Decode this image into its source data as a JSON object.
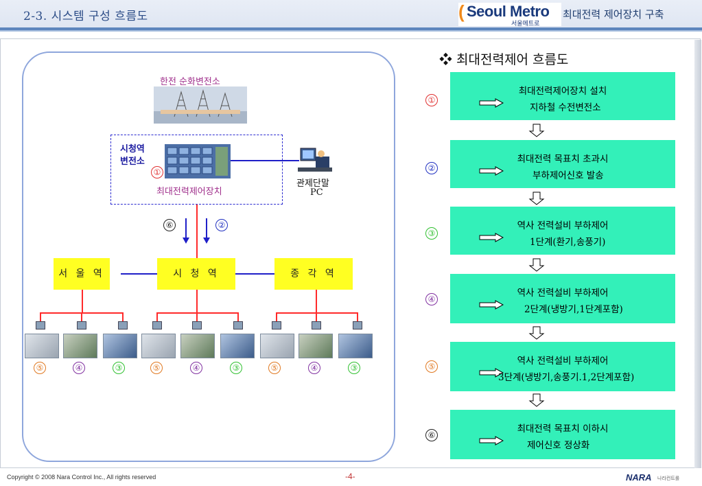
{
  "header": {
    "page_title": "2-3. 시스템 구성 흐름도",
    "logo_text": "Seoul Metro",
    "logo_sub": "서울메트로",
    "right_title": "최대전력 제어장치 구축"
  },
  "diagram": {
    "substation_label": "한전 순화변전소",
    "station_label_line1": "시청역",
    "station_label_line2": "변전소",
    "controller_label": "최대전력제어장치",
    "pc_label_line1": "관제단말",
    "pc_label_line2": "PC",
    "stations": [
      "서 울 역",
      "시 청 역",
      "종 각 역"
    ],
    "signal_numbers": [
      "①",
      "⑥",
      "②"
    ],
    "unit_numbers": [
      "⑤",
      "④",
      "③",
      "⑤",
      "④",
      "③",
      "⑤",
      "④",
      "③"
    ]
  },
  "flow": {
    "heading": "❖ 최대전력제어 흐름도",
    "steps": [
      {
        "num": "①",
        "line1": "최대전력제어장치 설치",
        "line2": "지하철 수전변전소",
        "color": "#e03030"
      },
      {
        "num": "②",
        "line1": "최대전력 목표치 초과시",
        "line2": "부하제어신호 발송",
        "color": "#2030c0"
      },
      {
        "num": "③",
        "line1": "역사 전력설비 부하제어",
        "line2": "1단계(환기,송풍기)",
        "color": "#30c030"
      },
      {
        "num": "④",
        "line1": "역사 전력설비 부하제어",
        "line2": "2단계(냉방기,1단계포함)",
        "color": "#8030a0"
      },
      {
        "num": "⑤",
        "line1": "역사 전력설비 부하제어",
        "line2": "3단계(냉방기,송풍기.1,2단계포함)",
        "color": "#e07820"
      },
      {
        "num": "⑥",
        "line1": "최대전력 목표치 이하시",
        "line2": "제어신호 정상화",
        "color": "#222222"
      }
    ]
  },
  "footer": {
    "copyright": "Copyright ©  2008 Nara Control Inc., All rights reserved",
    "page": "-4-",
    "logo": "NARA",
    "logo_sub": "나라컨트롤"
  },
  "colors": {
    "flow_box": "#33f0b9",
    "station_box": "#ffff22",
    "power_line": "#ff2a2a",
    "signal_line": "#1f1fc8",
    "frame_border": "#8ea6dc"
  }
}
